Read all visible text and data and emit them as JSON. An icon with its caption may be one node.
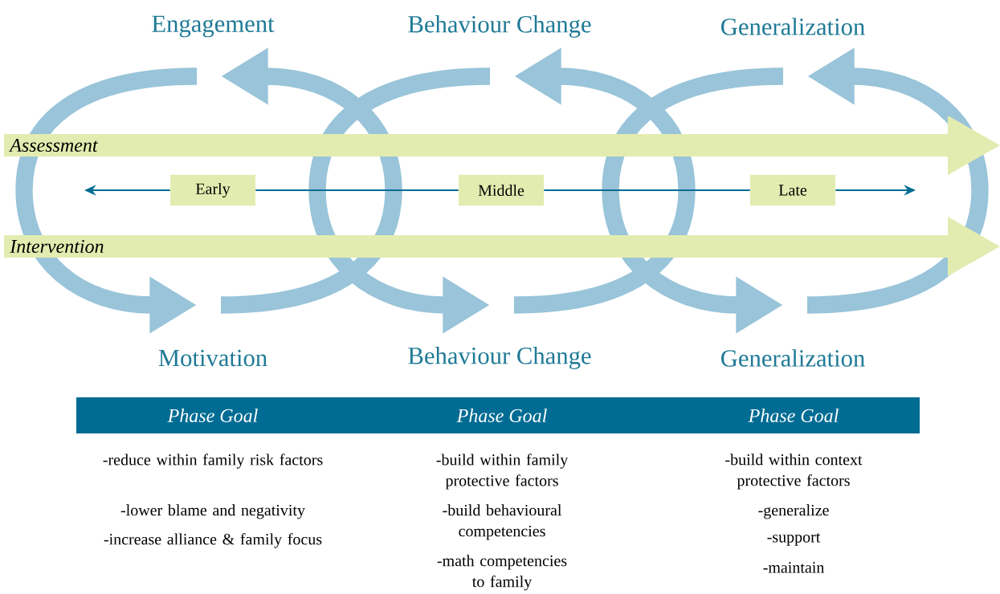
{
  "diagram": {
    "nodes": [
      {
        "text": [
          "Assessment"
        ]
      },
      {
        "text": [
          "Intervention"
        ]
      },
      {
        "text": [
          "Early"
        ]
      },
      {
        "text": [
          "Middle"
        ]
      },
      {
        "text": [
          "Late"
        ]
      },
      {
        "text": [
          "Phase Goal",
          "Phase Goal",
          "Phase Goal"
        ]
      }
    ],
    "edges": [
      {
        "from": 2,
        "to": null,
        "arrow": "to"
      },
      {
        "from": 2,
        "to": 3,
        "arrow": "none"
      },
      {
        "from": 3,
        "to": 4,
        "arrow": "none"
      },
      {
        "from": 4,
        "to": null,
        "arrow": "to"
      }
    ],
    "labels": [
      "Engagement",
      "Behaviour Change",
      "Generalization",
      "Motivation",
      "Behaviour Change",
      "Generalization",
      "-reduce within family risk factors",
      "-lower blame and negativity",
      "-increase alliance & family focus",
      "-build within family protective factors",
      "-build behavioural competencies",
      "-math competencies to family",
      "-build within context protective factors",
      "-generalize",
      "-support",
      "-maintain"
    ]
  }
}
